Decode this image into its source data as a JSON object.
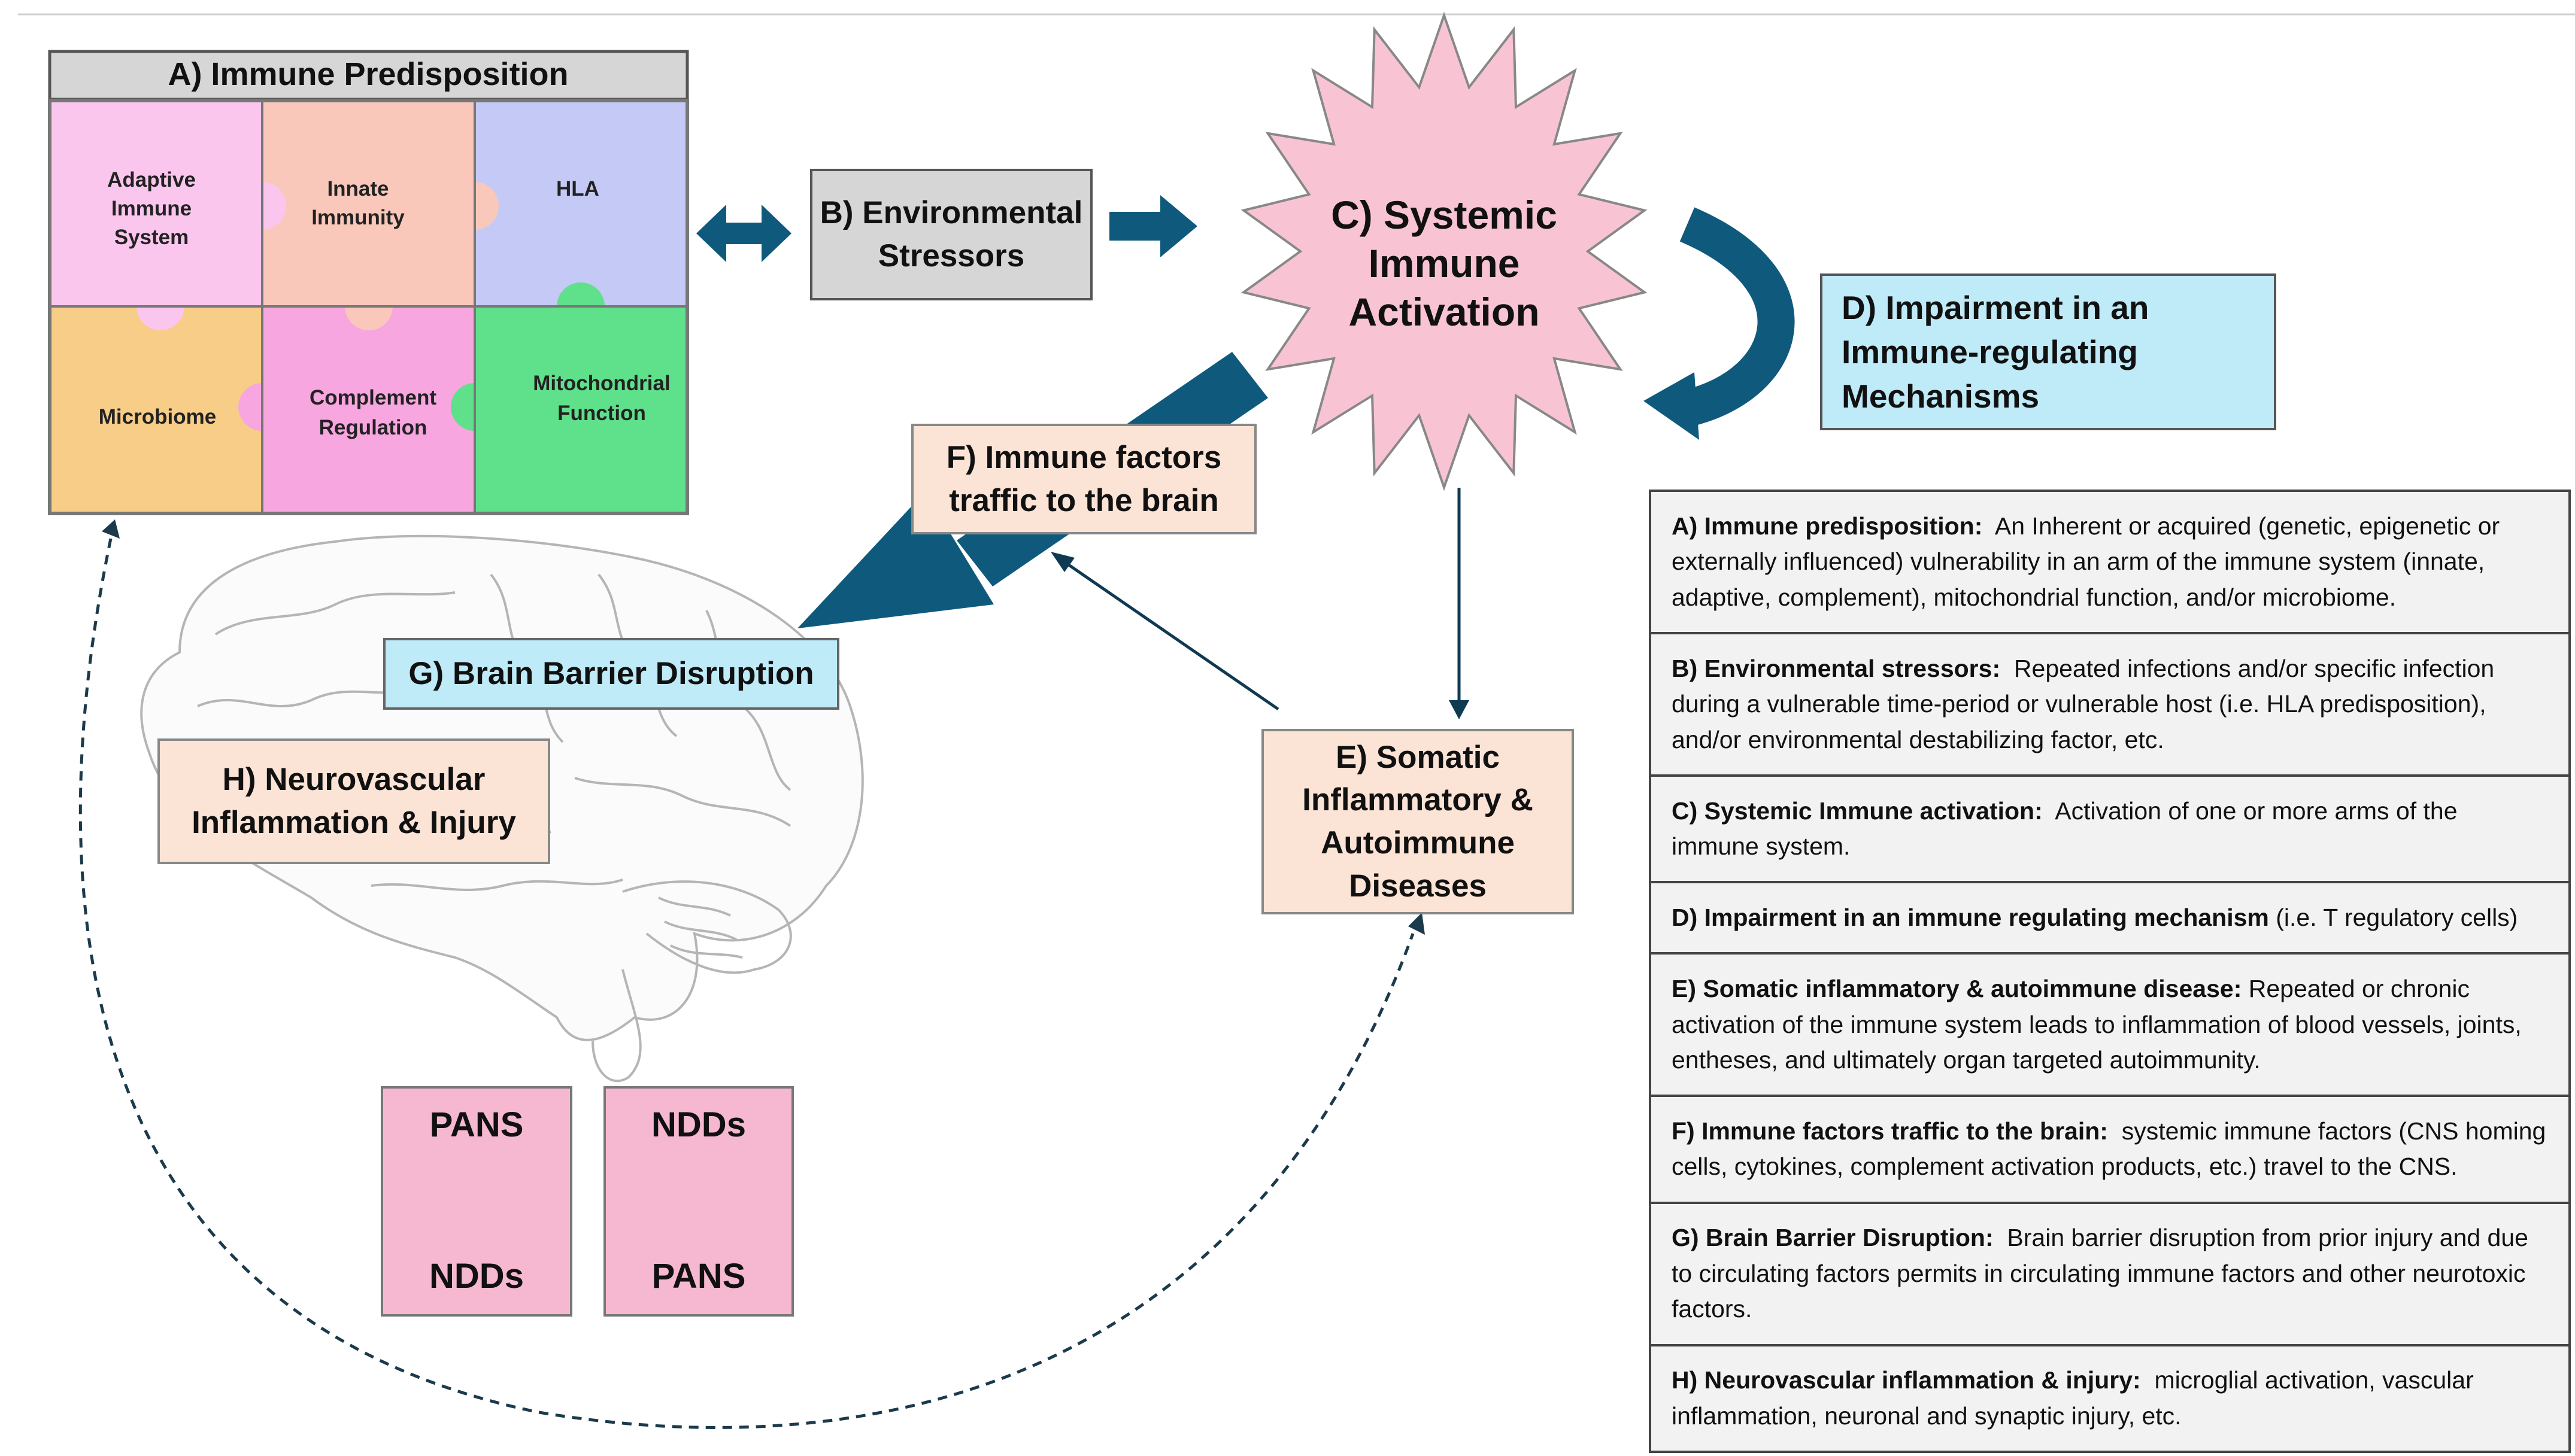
{
  "predisposition": {
    "title": "A)    Immune Predisposition",
    "pieces": [
      {
        "label": "Adaptive Immune System",
        "color": "#fbc6ee"
      },
      {
        "label": "Innate Immunity",
        "color": "#f9c8bb"
      },
      {
        "label": "HLA",
        "color": "#c4caf5"
      },
      {
        "label": "Microbiome",
        "color": "#f7cd88"
      },
      {
        "label": "Complement Regulation",
        "color": "#f7a6e0"
      },
      {
        "label": "Mitochondrial Function",
        "color": "#5fe08a"
      }
    ]
  },
  "nodes": {
    "environmental": "B) Environmental Stressors",
    "systemic": [
      "C) Systemic",
      "Immune",
      "Activation"
    ],
    "impairment": "D) Impairment in an Immune-regulating Mechanisms",
    "somatic": "E) Somatic Inflammatory & Autoimmune Diseases",
    "traffic": "F) Immune factors traffic to the brain",
    "barrier": "G) Brain Barrier Disruption",
    "neurovascular": "H) Neurovascular Inflammation & Injury"
  },
  "pathways": [
    {
      "from": "PANS",
      "to": "NDDs"
    },
    {
      "from": "NDDs",
      "to": "PANS"
    }
  ],
  "colors": {
    "arrow": "#0f5a7c",
    "star_fill": "#f8c4d4",
    "cyan_box": "#bfeaf7",
    "peach_box": "#fbe3d6",
    "gray_box": "#d6d6d6",
    "pink_box": "#f6b8d0",
    "legend_bg": "#f2f2f2"
  },
  "legend": [
    {
      "term": "A) Immune predisposition:",
      "text": "An Inherent or acquired (genetic, epigenetic or externally influenced) vulnerability in an arm of the immune system (innate, adaptive, complement), mitochondrial function, and/or microbiome."
    },
    {
      "term": "B) Environmental stressors:",
      "text": "Repeated infections and/or specific infection during a vulnerable time-period or vulnerable host (i.e. HLA predisposition), and/or environmental destabilizing factor, etc."
    },
    {
      "term": "C) Systemic Immune activation:",
      "text": "Activation of one or more arms of the immune system."
    },
    {
      "term": "D) Impairment in an immune regulating mechanism",
      "text": "(i.e. T regulatory cells)"
    },
    {
      "term": "E) Somatic inflammatory & autoimmune disease:",
      "text": "Repeated or chronic activation of the immune system leads to inflammation of blood vessels, joints, entheses, and ultimately organ targeted autoimmunity."
    },
    {
      "term": "F) Immune factors traffic to the brain:",
      "text": "systemic immune factors (CNS homing cells, cytokines, complement activation products, etc.) travel to the CNS."
    },
    {
      "term": "G) Brain Barrier Disruption:",
      "text": "Brain barrier disruption from prior injury and due to circulating factors permits in circulating immune factors and other neurotoxic factors."
    },
    {
      "term": "H) Neurovascular inflammation & injury:",
      "text": "microglial activation, vascular inflammation, neuronal and synaptic injury, etc."
    }
  ]
}
